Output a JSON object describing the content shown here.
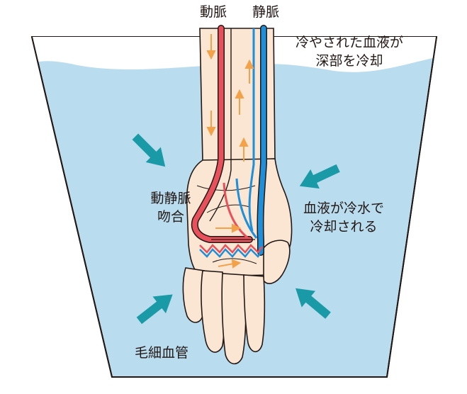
{
  "labels": {
    "artery": "動脈",
    "vein": "静脈",
    "cooled_blood_line1": "冷やされた血液が",
    "cooled_blood_line2": "深部を冷却",
    "ava_line1": "動静脈",
    "ava_line2": "吻合",
    "cooled_by_water_line1": "血液が冷水で",
    "cooled_by_water_line2": "冷却される",
    "capillary": "毛細血管"
  },
  "colors": {
    "water": "#b9dcef",
    "water_rim": "#ffffff",
    "skin": "#fbe6d3",
    "outline": "#231815",
    "artery": "#e8505b",
    "vein": "#1e8fd8",
    "flow_arrow": "#f4a24a",
    "pressure_arrow": "#1a9aa6"
  },
  "icons": {
    "flow": "arrow-icon",
    "pressure": "thick-arrow-icon"
  }
}
